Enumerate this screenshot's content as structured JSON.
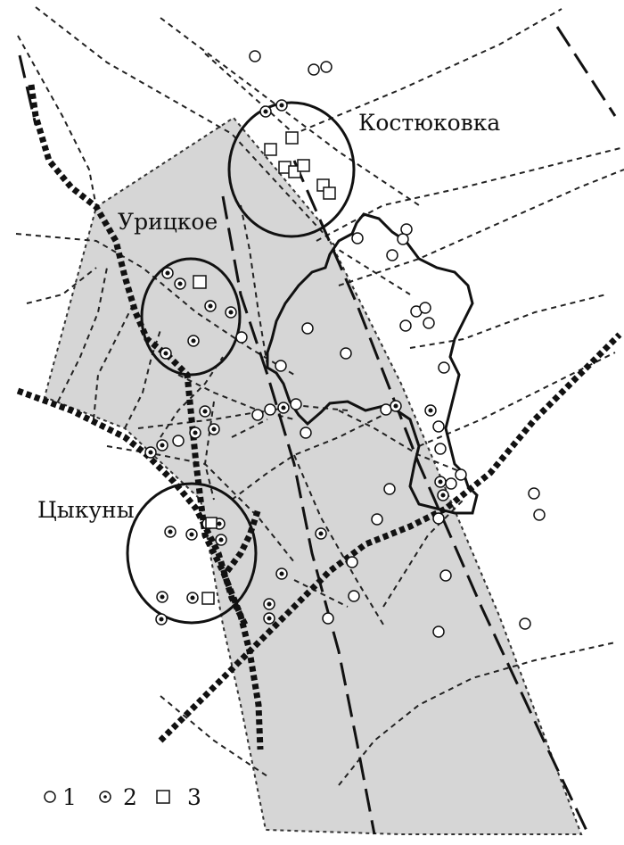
{
  "places": {
    "kostyukovka": "Костюковка",
    "uritskoe": "Урицкое",
    "tsykuny": "Цыкуны"
  },
  "legend": {
    "circle_label": "1",
    "dotted_circle_label": "2",
    "square_label": "3"
  },
  "colors": {
    "zone_fill": "#d6d6d6",
    "ink": "#111111",
    "background": "#ffffff"
  },
  "icons": {
    "type1": "open-circle-icon",
    "type2": "dotted-circle-icon",
    "type3": "square-icon"
  }
}
